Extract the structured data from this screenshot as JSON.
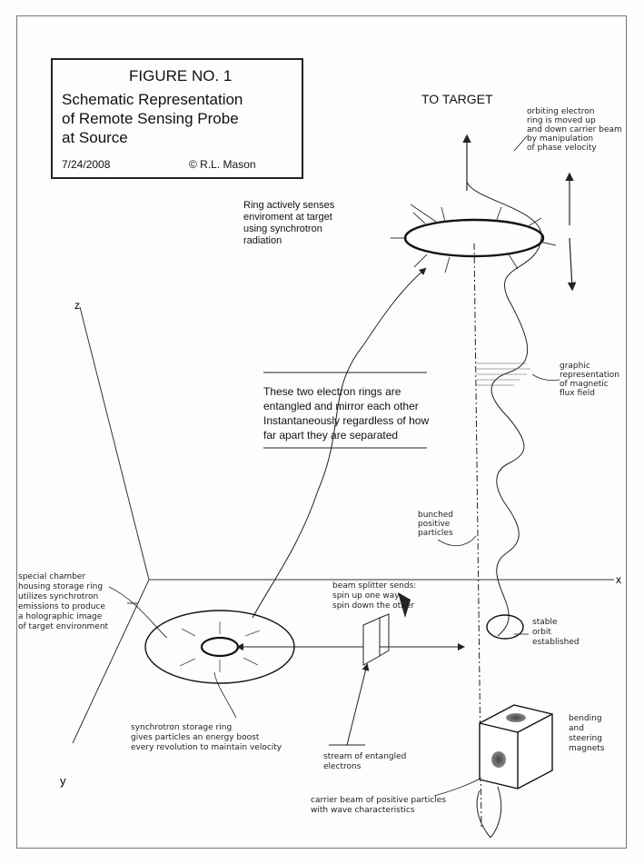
{
  "figure": {
    "title": "FIGURE NO. 1",
    "subtitle_lines": [
      "Schematic Representation",
      "of Remote Sensing Probe",
      "at Source"
    ],
    "date": "7/24/2008",
    "copyright": "© R.L. Mason"
  },
  "labels": {
    "to_target": "TO TARGET",
    "orbiting_electron": [
      "orbiting electron",
      "ring is moved up",
      "and down carrier beam",
      "by manipulation",
      "of phase velocity"
    ],
    "ring_senses": [
      "Ring actively senses",
      "enviroment at target",
      "using synchrotron",
      "radiation"
    ],
    "entangled": [
      "These two electron rings are",
      "entangled and mirror each other",
      "Instantaneously regardless of how",
      "far apart they are separated"
    ],
    "graphic_flux": [
      "graphic",
      "representation",
      "of magnetic",
      "flux field"
    ],
    "bunched": [
      "bunched",
      "positive",
      "particles"
    ],
    "special_chamber": [
      "special chamber",
      "housing storage ring",
      "utilizes synchrotron",
      "emissions to produce",
      "a holographic image",
      "of target environment"
    ],
    "beam_splitter": [
      "beam splitter sends:",
      "spin up one way",
      "spin down the other"
    ],
    "stable_orbit": [
      "stable",
      "orbit",
      "established"
    ],
    "storage_ring": [
      "synchrotron storage ring",
      "gives particles an energy boost",
      "every revolution to maintain velocity"
    ],
    "stream": [
      "stream of entangled",
      "electrons"
    ],
    "bending": [
      "bending",
      "and",
      "steering",
      "magnets"
    ],
    "carrier_beam": [
      "carrier beam of positive particles",
      "with wave characteristics"
    ],
    "axis_x": "x",
    "axis_y": "y",
    "axis_z": "z"
  }
}
